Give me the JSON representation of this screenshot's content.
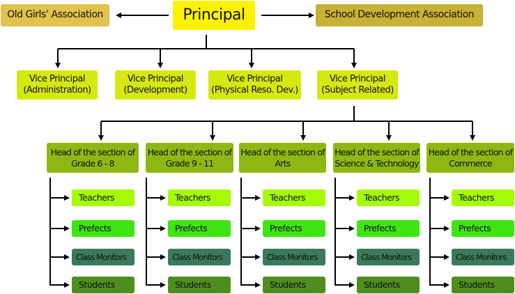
{
  "top": {
    "left": "Old Girls’ Association",
    "principal": "Principal",
    "right": "School Development Association"
  },
  "vice_principals": [
    {
      "line1": "Vice Principal",
      "line2": "(Administration)"
    },
    {
      "line1": "Vice Principal",
      "line2": "(Development)"
    },
    {
      "line1": "Vice Principal",
      "line2": "(Physical Reso. Dev.)"
    },
    {
      "line1": "Vice Principal",
      "line2": "(Subject Related)"
    }
  ],
  "heads": [
    {
      "line1": "Head of the section of",
      "line2": "Grade 6 - 8"
    },
    {
      "line1": "Head of the section of",
      "line2": "Grade 9 - 11"
    },
    {
      "line1": "Head of the section of",
      "line2": "Arts"
    },
    {
      "line1": "Head of the section of",
      "line2": "Science & Technology"
    },
    {
      "line1": "Head of the section of",
      "line2": "Commerce"
    }
  ],
  "children": [
    "Teachers",
    "Prefects",
    "Class Monitors",
    "Students"
  ],
  "colors": {
    "principal": "#fff200",
    "old_girls": "#e0c24c",
    "sda": "#c8b134",
    "vp": "#d6e811",
    "head": "#8db814",
    "teachers": "#a5fb08",
    "prefects": "#3fe414",
    "monitors": "#3b7a58",
    "students": "#4f8d1f"
  }
}
